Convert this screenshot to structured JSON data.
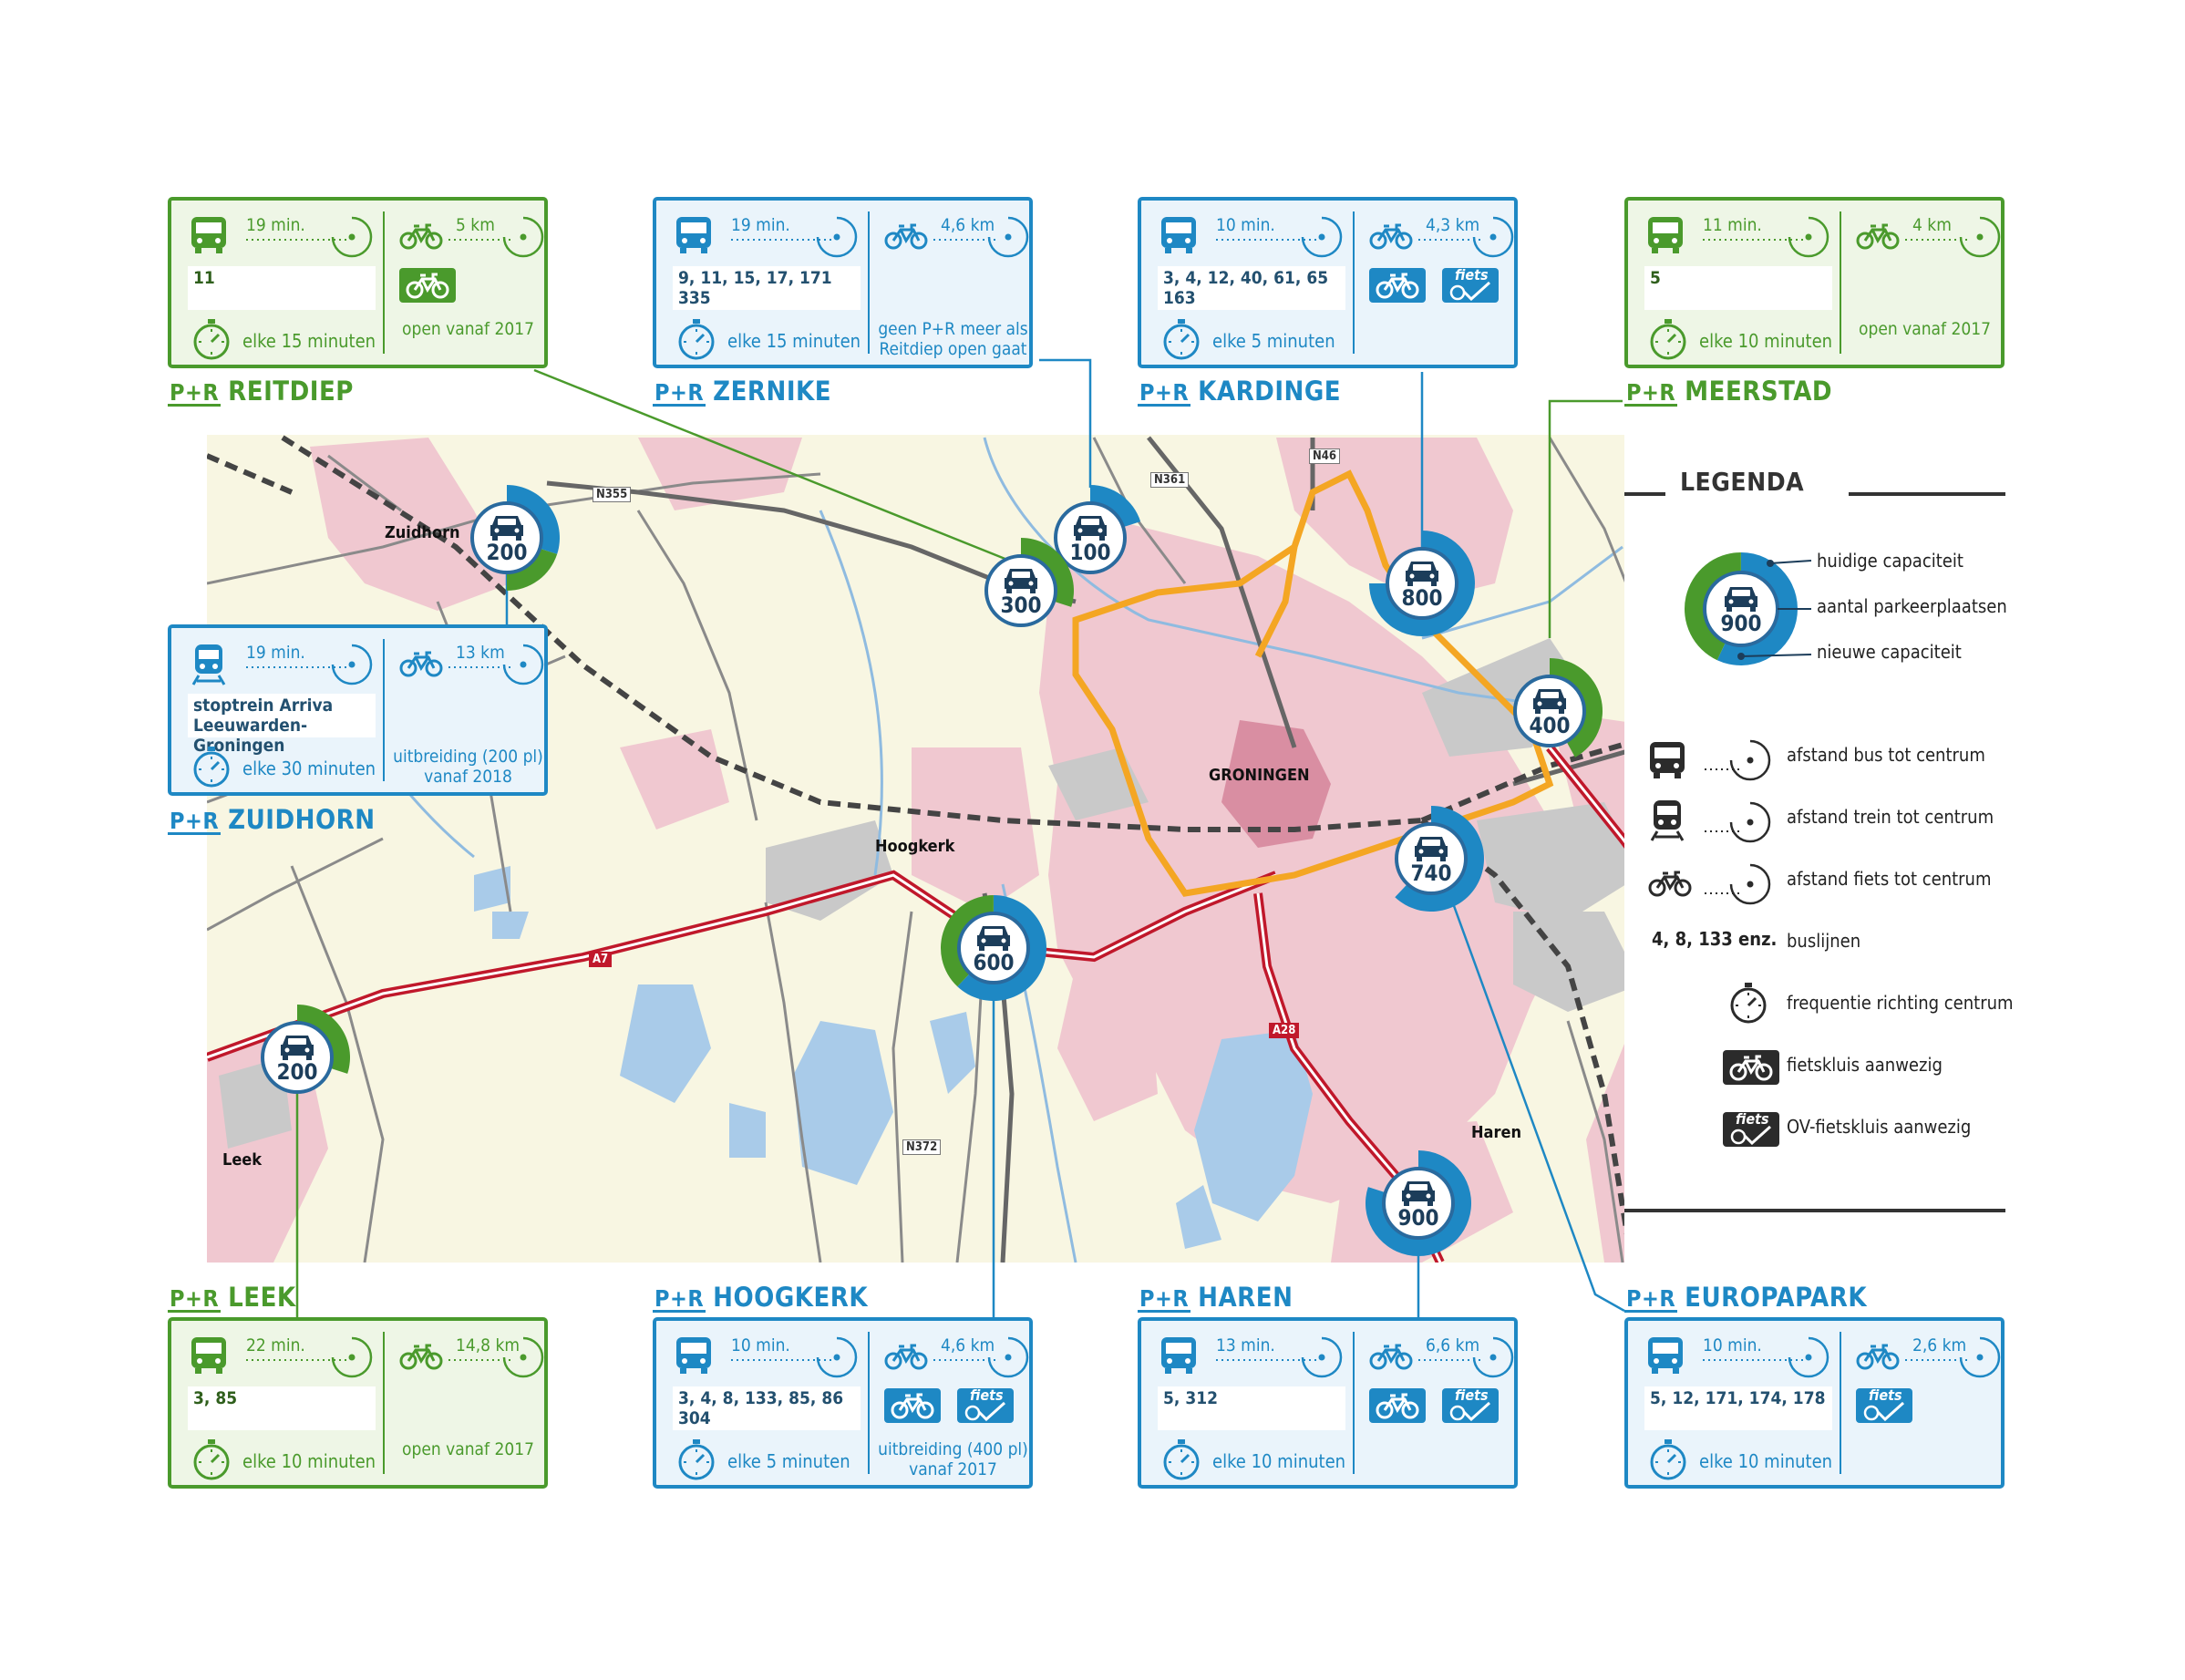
{
  "map_labels": {
    "zuidhorn": "Zuidhorn",
    "hoogkerk": "Hoogkerk",
    "groningen": "GRONINGEN",
    "haren": "Haren",
    "leek": "Leek"
  },
  "road_labels": {
    "n355": "N355",
    "n361": "N361",
    "n46": "N46",
    "a7": "A7",
    "a28": "A28",
    "n372": "N372"
  },
  "markers": [
    {
      "id": "zuidhorn",
      "value": "200",
      "current_fraction": 0.3,
      "new_fraction": 0.2
    },
    {
      "id": "zernike",
      "value": "100",
      "current_fraction": 0.2,
      "new_fraction": 0
    },
    {
      "id": "reitdiep",
      "value": "300",
      "current_fraction": 0,
      "new_fraction": 0.3
    },
    {
      "id": "kardinge",
      "value": "800",
      "current_fraction": 0.75,
      "new_fraction": 0
    },
    {
      "id": "meerstad",
      "value": "400",
      "current_fraction": 0,
      "new_fraction": 0.42
    },
    {
      "id": "europapark",
      "value": "740",
      "current_fraction": 0.62,
      "new_fraction": 0
    },
    {
      "id": "hoogkerk",
      "value": "600",
      "current_fraction": 0.62,
      "new_fraction": 0.38
    },
    {
      "id": "leek",
      "value": "200",
      "current_fraction": 0,
      "new_fraction": 0.3
    },
    {
      "id": "haren",
      "value": "900",
      "current_fraction": 0.8,
      "new_fraction": 0
    }
  ],
  "pr_label": "P+R",
  "cards": {
    "reitdiep": {
      "name": "REITDIEP",
      "color": "green",
      "bus_time": "19 min.",
      "bus_lines": "11",
      "frequency": "elke 15 minuten",
      "bike_km": "5 km",
      "note": "open vanaf 2017",
      "bike_locker": true,
      "ov_locker": false
    },
    "zernike": {
      "name": "ZERNIKE",
      "color": "blue",
      "bus_time": "19 min.",
      "bus_lines": "9, 11, 15, 17, 171\n335",
      "frequency": "elke 15 minuten",
      "bike_km": "4,6 km",
      "note": "geen P+R meer als\nReitdiep open gaat",
      "bike_locker": false,
      "ov_locker": false
    },
    "kardinge": {
      "name": "KARDINGE",
      "color": "blue",
      "bus_time": "10 min.",
      "bus_lines": "3, 4, 12, 40, 61, 65\n163",
      "frequency": "elke 5 minuten",
      "bike_km": "4,3 km",
      "note": "",
      "bike_locker": true,
      "ov_locker": true
    },
    "meerstad": {
      "name": "MEERSTAD",
      "color": "green",
      "bus_time": "11 min.",
      "bus_lines": "5",
      "frequency": "elke 10 minuten",
      "bike_km": "4 km",
      "note": "open vanaf 2017",
      "bike_locker": false,
      "ov_locker": false
    },
    "zuidhorn": {
      "name": "ZUIDHORN",
      "color": "blue",
      "train_time": "19 min.",
      "bus_lines": "stoptrein Arriva\nLeeuwarden-Groningen",
      "frequency": "elke 30 minuten",
      "bike_km": "13 km",
      "note": "uitbreiding (200 pl)\nvanaf 2018",
      "bike_locker": false,
      "ov_locker": false
    },
    "leek": {
      "name": "LEEK",
      "color": "green",
      "bus_time": "22 min.",
      "bus_lines": "3, 85",
      "frequency": "elke 10 minuten",
      "bike_km": "14,8 km",
      "note": "open vanaf 2017",
      "bike_locker": false,
      "ov_locker": false
    },
    "hoogkerk": {
      "name": "HOOGKERK",
      "color": "blue",
      "bus_time": "10 min.",
      "bus_lines": "3, 4, 8, 133, 85, 86\n304",
      "frequency": "elke 5 minuten",
      "bike_km": "4,6 km",
      "note": "uitbreiding (400 pl)\nvanaf 2017",
      "bike_locker": true,
      "ov_locker": true
    },
    "haren": {
      "name": "HAREN",
      "color": "blue",
      "bus_time": "13 min.",
      "bus_lines": "5, 312",
      "frequency": "elke 10 minuten",
      "bike_km": "6,6 km",
      "note": "",
      "bike_locker": true,
      "ov_locker": true
    },
    "europapark": {
      "name": "EUROPAPARK",
      "color": "blue",
      "bus_time": "10 min.",
      "bus_lines": "5, 12, 171, 174, 178",
      "frequency": "elke 10 minuten",
      "bike_km": "2,6 km",
      "note": "",
      "bike_locker": false,
      "ov_locker": true
    }
  },
  "legend": {
    "title": "LEGENDA",
    "sample_value": "900",
    "current": "huidige capaciteit",
    "spaces": "aantal parkeerplaatsen",
    "new": "nieuwe capaciteit",
    "bus": "afstand bus tot centrum",
    "train": "afstand trein tot centrum",
    "bike": "afstand fiets tot centrum",
    "lines_example": "4, 8, 133 enz.",
    "lines": "buslijnen",
    "frequency": "frequentie richting centrum",
    "bike_locker": "fietskluis aanwezig",
    "ov_locker": "OV-fietskluis aanwezig",
    "fiets_text": "fiets"
  },
  "colors": {
    "green": "#4a9a2c",
    "blue": "#1e88c4",
    "road_red": "#c0182b",
    "ring_orange": "#f4a623",
    "urban_pink": "#f0c8d0",
    "land": "#f8f6e2",
    "water": "#a9cbe9"
  }
}
